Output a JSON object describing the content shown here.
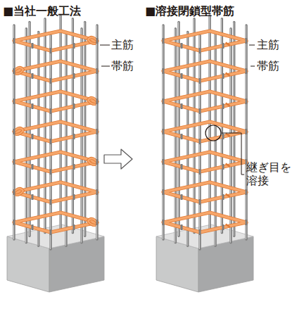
{
  "diagram": {
    "labels": [
      "■当社一般工法",
      "■溶接閉鎖型帯筋",
      "主筋",
      "帯筋",
      "主筋",
      "帯筋",
      "継ぎ目を 溶接"
    ]
  }
}
